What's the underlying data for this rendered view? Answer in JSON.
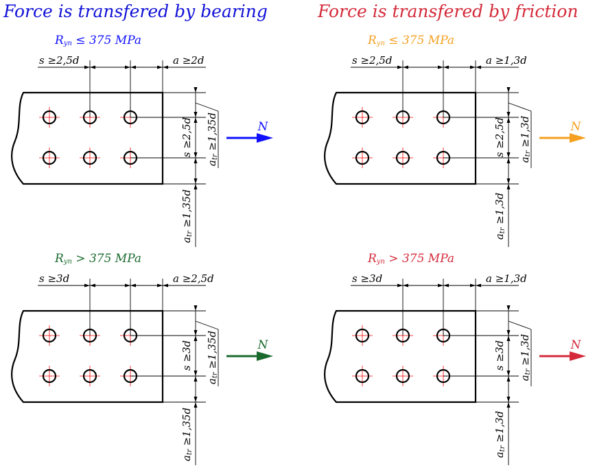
{
  "headings": {
    "bearing": "Force is transfered by bearing",
    "friction": "Force is transfered by friction"
  },
  "colors": {
    "bearing_heading": "#1010d8",
    "friction_heading": "#d42a3a",
    "bearing_low": "#1010ff",
    "bearing_high": "#1a6a2e",
    "friction_low": "#f5a020",
    "friction_high": "#d42a3a",
    "hole_center": "#ff0000"
  },
  "panels": [
    {
      "id": "bearing-low",
      "color_key": "bearing_low",
      "condition": {
        "symbol": "R",
        "sub": "yn",
        "rest": " ≤ 375 MPa"
      },
      "pitch_label": "s ≥2,5d",
      "end_label": "a ≥2d",
      "vertical_pitch_label": "s ≥2,5d",
      "edge_label": {
        "sym": "a",
        "sub": "tr",
        "rest": " ≥1,35d"
      },
      "bottom_label": {
        "sym": "a",
        "sub": "tr",
        "rest": " ≥1,35d"
      },
      "force_label": "N"
    },
    {
      "id": "friction-low",
      "color_key": "friction_low",
      "condition": {
        "symbol": "R",
        "sub": "yn",
        "rest": " ≤ 375 MPa"
      },
      "pitch_label": "s ≥2,5d",
      "end_label": "a ≥1,3d",
      "vertical_pitch_label": "s ≥2,5d",
      "edge_label": {
        "sym": "a",
        "sub": "tr",
        "rest": " ≥1,3d"
      },
      "bottom_label": {
        "sym": "a",
        "sub": "tr",
        "rest": " ≥1,3d"
      },
      "force_label": "N"
    },
    {
      "id": "bearing-high",
      "color_key": "bearing_high",
      "condition": {
        "symbol": "R",
        "sub": "yn",
        "rest": " > 375 MPa"
      },
      "pitch_label": "s ≥3d",
      "end_label": "a ≥2,5d",
      "vertical_pitch_label": "s ≥3d",
      "edge_label": {
        "sym": "a",
        "sub": "tr",
        "rest": " ≥1,35d"
      },
      "bottom_label": {
        "sym": "a",
        "sub": "tr",
        "rest": " ≥1,35d"
      },
      "force_label": "N"
    },
    {
      "id": "friction-high",
      "color_key": "friction_high",
      "condition": {
        "symbol": "R",
        "sub": "yn",
        "rest": " > 375 MPa"
      },
      "pitch_label": "s ≥3d",
      "end_label": "a ≥1,3d",
      "vertical_pitch_label": "s ≥3d",
      "edge_label": {
        "sym": "a",
        "sub": "tr",
        "rest": " ≥1,3d"
      },
      "bottom_label": {
        "sym": "a",
        "sub": "tr",
        "rest": " ≥1,3d"
      },
      "force_label": "N"
    }
  ]
}
